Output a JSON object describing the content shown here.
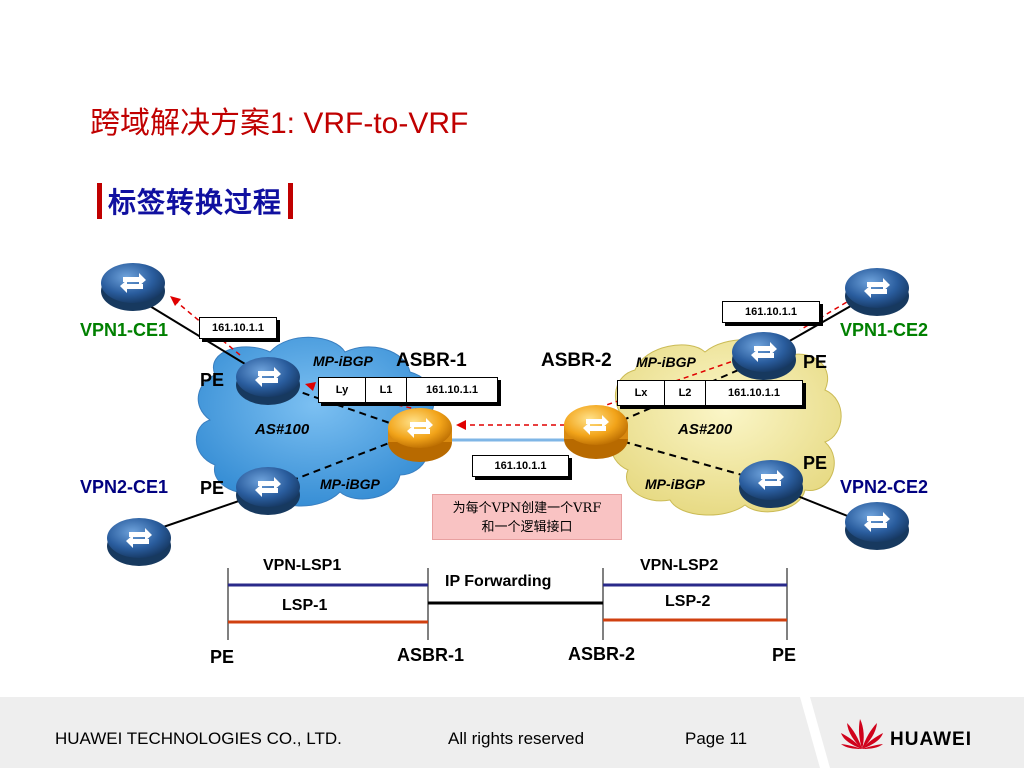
{
  "title": "跨域解决方案1: VRF-to-VRF",
  "subtitle": "标签转换过程",
  "devices": {
    "vpn1_ce1": "VPN1-CE1",
    "vpn2_ce1": "VPN2-CE1",
    "vpn1_ce2": "VPN1-CE2",
    "vpn2_ce2": "VPN2-CE2",
    "pe": "PE",
    "asbr1": "ASBR-1",
    "asbr2": "ASBR-2"
  },
  "mpibgp": "MP-iBGP",
  "as100": "AS#100",
  "as200": "AS#200",
  "packets": {
    "ip": "161.10.1.1",
    "ly": "Ly",
    "l1": "L1",
    "lx": "Lx",
    "l2": "L2"
  },
  "note": [
    "为每个VPN创建一个VRF",
    "和一个逻辑接口"
  ],
  "lsp": {
    "vpn_lsp1": "VPN-LSP1",
    "vpn_lsp2": "VPN-LSP2",
    "ip_forwarding": "IP Forwarding",
    "lsp1": "LSP-1",
    "lsp2": "LSP-2",
    "pe_left": "PE",
    "asbr1": "ASBR-1",
    "asbr2": "ASBR-2",
    "pe_right": "PE"
  },
  "footer": {
    "company": "HUAWEI TECHNOLOGIES CO., LTD.",
    "rights": "All rights reserved",
    "page": "Page 11",
    "logo": "HUAWEI"
  },
  "colors": {
    "title": "#c00000",
    "subtitle": "#1010a0",
    "cloud_left": "#3f97dd",
    "cloud_right": "#efe59a",
    "vpn_lsp_line": "#2a2a8a",
    "lsp_line": "#d04010",
    "router": "#1f4f8f",
    "asbr_router": "#f2a41a"
  }
}
